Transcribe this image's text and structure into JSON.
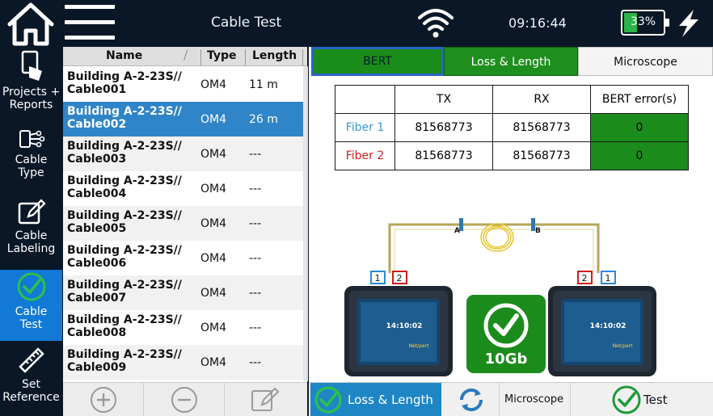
{
  "header": {
    "title": "Cable Test",
    "time": "09:16:44",
    "battery": "33%",
    "battery_level_percent": 33
  },
  "nav": [
    {
      "label_lines": [
        "Projects +",
        "Reports"
      ],
      "icon": "document-hand-icon"
    },
    {
      "label_lines": [
        "Cable",
        "Type"
      ],
      "icon": "cable-type-icon"
    },
    {
      "label_lines": [
        "Cable",
        "Labeling"
      ],
      "icon": "edit-icon"
    },
    {
      "label_lines": [
        "Cable",
        "Test"
      ],
      "icon": "check-circle-icon",
      "active": true
    },
    {
      "label_lines": [
        "Set",
        "Reference"
      ],
      "icon": "ruler-icon"
    }
  ],
  "list": {
    "columns": [
      "Name",
      "Type",
      "Length"
    ],
    "rows": [
      {
        "name1": "Building A-2-23S//",
        "name2": "Cable001",
        "type": "OM4",
        "length": "11 m"
      },
      {
        "name1": "Building A-2-23S//",
        "name2": "Cable002",
        "type": "OM4",
        "length": "26 m",
        "selected": true
      },
      {
        "name1": "Building A-2-23S//",
        "name2": "Cable003",
        "type": "OM4",
        "length": "---"
      },
      {
        "name1": "Building A-2-23S//",
        "name2": "Cable004",
        "type": "OM4",
        "length": "---"
      },
      {
        "name1": "Building A-2-23S//",
        "name2": "Cable005",
        "type": "OM4",
        "length": "---"
      },
      {
        "name1": "Building A-2-23S//",
        "name2": "Cable006",
        "type": "OM4",
        "length": "---"
      },
      {
        "name1": "Building A-2-23S//",
        "name2": "Cable007",
        "type": "OM4",
        "length": "---"
      },
      {
        "name1": "Building A-2-23S//",
        "name2": "Cable008",
        "type": "OM4",
        "length": "---"
      },
      {
        "name1": "Building A-2-23S//",
        "name2": "Cable009",
        "type": "OM4",
        "length": "---"
      }
    ]
  },
  "tabs": [
    "BERT",
    "Loss & Length",
    "Microscope"
  ],
  "bert_table": {
    "headers": [
      "",
      "TX",
      "RX",
      "BERT error(s)"
    ],
    "rows": [
      {
        "fiber": "Fiber 1",
        "tx": "81568773",
        "rx": "81568773",
        "errors": "0"
      },
      {
        "fiber": "Fiber 2",
        "tx": "81568773",
        "rx": "81568773",
        "errors": "0"
      }
    ]
  },
  "diagram": {
    "connector_a": "A",
    "connector_b": "B",
    "port_1": "1",
    "port_2": "2",
    "device_time": "14:10:02",
    "device_brand": "Net/pert",
    "speed_badge": "10Gb"
  },
  "actions": {
    "loss_length": "Loss & Length",
    "microscope": "Microscope",
    "test": "Test"
  },
  "colors": {
    "green": "#1b8c1b",
    "blue_selected": "#2f85c8",
    "fiber1": "#3a9ad8",
    "fiber2": "#d11c1c"
  }
}
